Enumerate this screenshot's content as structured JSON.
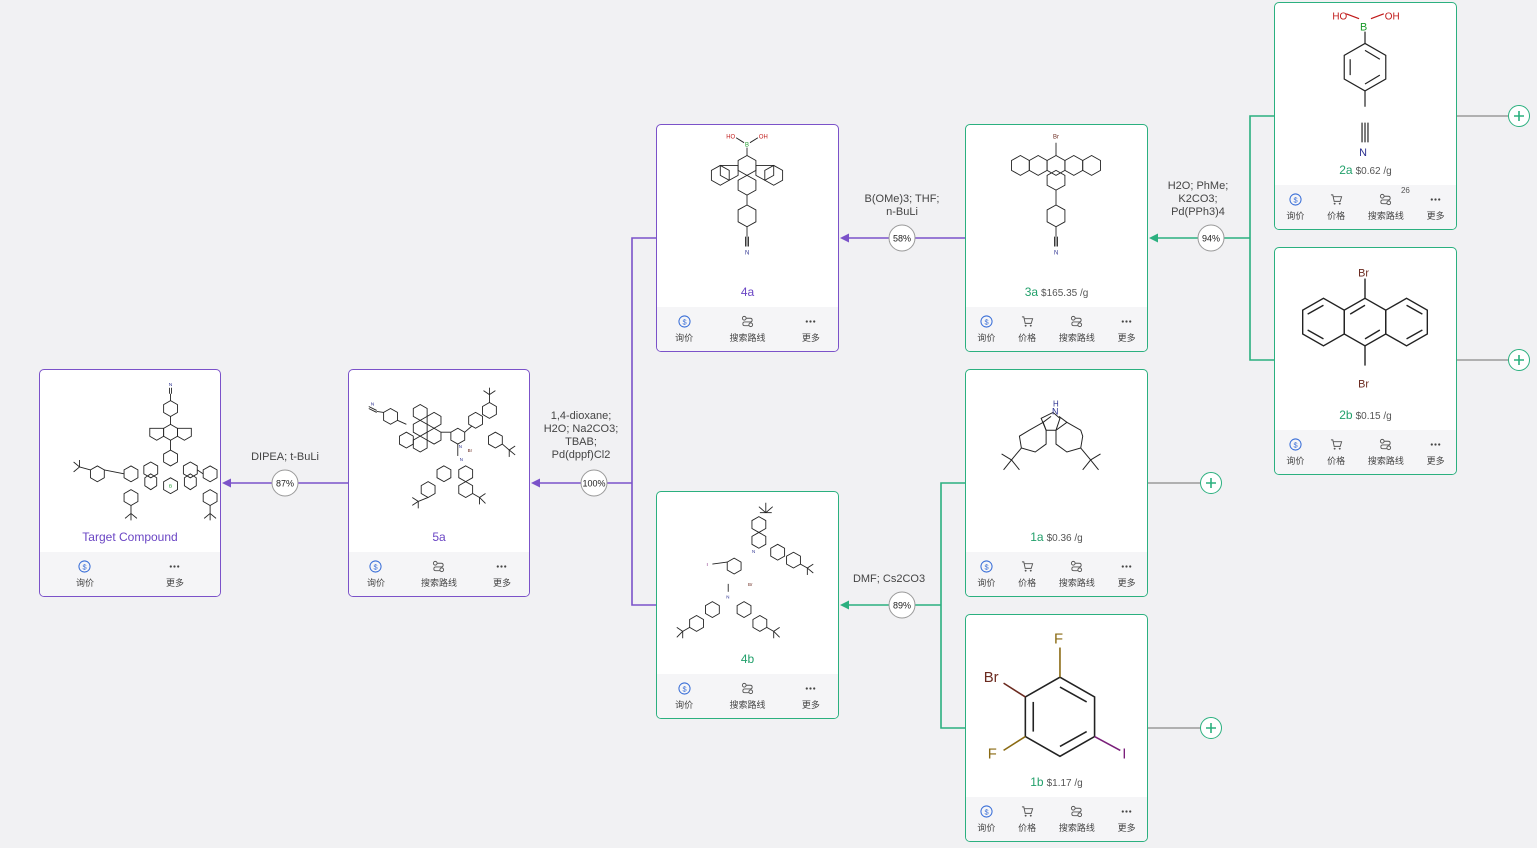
{
  "colors": {
    "green": "#2bb07f",
    "purple": "#7b52c9",
    "gray_line": "#9a9a9a"
  },
  "actions": {
    "inquire": "询价",
    "price": "价格",
    "search_route": "搜索路线",
    "more": "更多"
  },
  "compounds": {
    "target": {
      "code": "Target Compound"
    },
    "c5a": {
      "code": "5a"
    },
    "c4a": {
      "code": "4a"
    },
    "c4b": {
      "code": "4b"
    },
    "c3a": {
      "code": "3a",
      "price": "$165.35 /g"
    },
    "c2a": {
      "code": "2a",
      "price": "$0.62 /g",
      "route_count": "26"
    },
    "c2b": {
      "code": "2b",
      "price": "$0.15 /g"
    },
    "c1a": {
      "code": "1a",
      "price": "$0.36 /g"
    },
    "c1b": {
      "code": "1b",
      "price": "$1.17 /g"
    }
  },
  "atoms": {
    "boronic_oh_left": "HO",
    "boronic_oh_right": "OH",
    "boron": "B",
    "nitrogen": "N",
    "bromine": "Br",
    "fluorine": "F",
    "iodine": "I",
    "nh_h": "H"
  },
  "reactions": {
    "r1": {
      "conditions": "DIPEA; t-BuLi",
      "yield": "87%"
    },
    "r2": {
      "conditions": [
        "1,4-dioxane;",
        "H2O; Na2CO3;",
        "TBAB;",
        "Pd(dppf)Cl2"
      ],
      "yield": "100%"
    },
    "r3": {
      "conditions": [
        "B(OMe)3; THF;",
        "n-BuLi"
      ],
      "yield": "58%"
    },
    "r4": {
      "conditions": [
        "H2O; PhMe;",
        "K2CO3;",
        "Pd(PPh3)4"
      ],
      "yield": "94%"
    },
    "r5": {
      "conditions": "DMF; Cs2CO3",
      "yield": "89%"
    }
  }
}
